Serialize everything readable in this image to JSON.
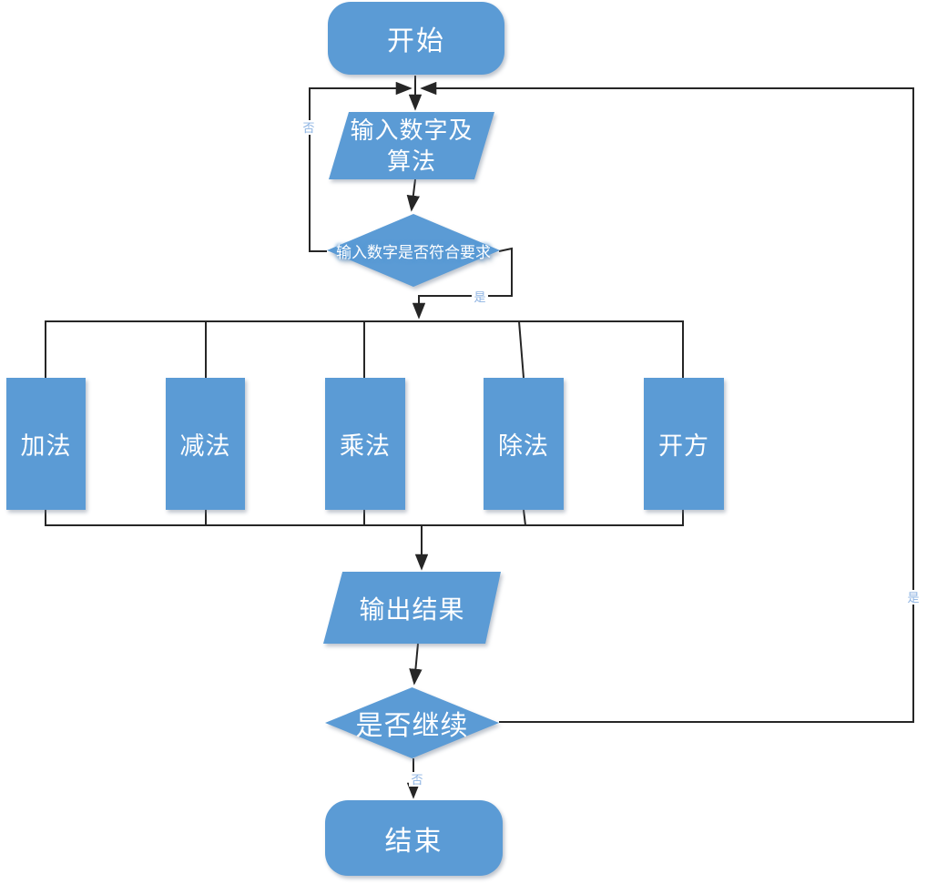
{
  "diagram_type": "flowchart",
  "flowchart": {
    "nodes": {
      "start": {
        "label": "开始",
        "shape": "rounded-rectangle"
      },
      "input": {
        "label": "输入数字及\n算法",
        "shape": "parallelogram"
      },
      "validate": {
        "label": "输入数字是否符合要求",
        "shape": "diamond"
      },
      "operations": [
        {
          "id": "add",
          "label": "加法"
        },
        {
          "id": "subtract",
          "label": "减法"
        },
        {
          "id": "multiply",
          "label": "乘法"
        },
        {
          "id": "divide",
          "label": "除法"
        },
        {
          "id": "sqrt",
          "label": "开方"
        }
      ],
      "output": {
        "label": "输出结果",
        "shape": "parallelogram"
      },
      "continue": {
        "label": "是否继续",
        "shape": "diamond"
      },
      "end": {
        "label": "结束",
        "shape": "rounded-rectangle"
      }
    },
    "edge_labels": {
      "validate_no": "否",
      "validate_yes": "是",
      "continue_yes": "是",
      "continue_no": "否"
    },
    "colors": {
      "node_fill": "#5B9BD5",
      "node_text": "#FFFFFF",
      "connector": "#262626",
      "edge_label_text": "#8DB3E2"
    }
  }
}
